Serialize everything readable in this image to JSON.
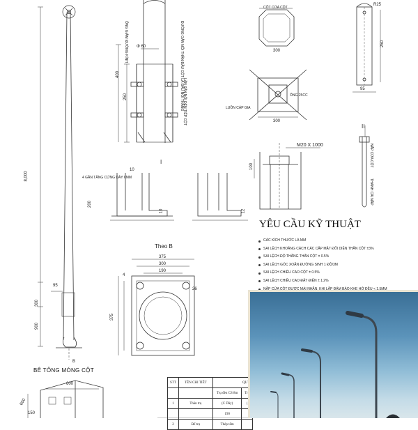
{
  "requirements": {
    "title": "YÊU CẦU KỸ THUẬT",
    "items": [
      "CÁC KÍCH THƯỚC LÀ MM",
      "SAI LỆCH KHOẢNG CÁCH CÁC CẶP MẶT ĐỐI DIỆN THÂN CỘT ±3%",
      "SAI LỆCH ĐỘ THẲNG THÂN CỘT ± 0.5%",
      "SAI LỆCH GÓC XOẮN ĐƯỜNG SINH 1 ĐỘ/3M",
      "SAI LỆCH CHIỀU CAO CỘT ± 0.5%",
      "SAI LỆCH CHIỀU CAO ĐẶT ĐIỆN ± 1.2%",
      "NẮP CỬA CỘT ĐƯỢC MÀI NHẴN, KHI LẮP ĐẢM BẢO KHE HỞ ĐỀU < 1.5MM"
    ]
  },
  "labels": {
    "foundation_title": "BÊ TÔNG MÓNG CỘT",
    "theo_b": "Theo B",
    "section_i": "I",
    "section_ii": "II",
    "m20": "M20 X 1000",
    "cot_cua_cot": "CỐT CỬA CỘT",
    "lc_cap_gia": "LUỒN CÁP GIA",
    "ong_25": "ỐNG 25CC",
    "tang_cung": "4 GÂN TĂNG CỨNG DÀY 6MM",
    "vertical_note_1": "ỐNG GIẢM ĐƯỜNG KÍNH",
    "vertical_note_2": "ĐƯỜNG GÂN NỐI THÂN ĐẦU CỘT LÀ ĐẦU NỐI THẲNG",
    "vertical_note_3": "LÂN SÂN NỐI ĐỂN TIẾP CỘT",
    "vertical_note_4": "NẮP CỬA CỘT",
    "vertical_note_5": "THANH CÀI NẮP",
    "bolt_label": "II",
    "b_label": "B"
  },
  "dims": {
    "d8000": "8,000",
    "d400": "400",
    "d250": "250",
    "d60": "Φ 60",
    "d300a": "300",
    "d200": "200",
    "d10a": "10",
    "d10b": "10",
    "d12": "12",
    "d100": "100",
    "d95a": "95",
    "d300b": "300",
    "d900": "900",
    "d250b": "250",
    "d95b": "95",
    "r25": "R25",
    "d375a": "375",
    "d300c": "300",
    "d190": "190",
    "d4": "4",
    "d26": "26",
    "d375b": "375",
    "d300d": "300",
    "d600a": "600",
    "d600b": "600",
    "d150": "150"
  },
  "parts_table": {
    "headers": [
      "STT",
      "TÊN CHI TIẾT",
      "QUY"
    ],
    "rows": [
      [
        "",
        "",
        "Trụ đèn CS 8m",
        "Trụ"
      ],
      [
        "1",
        "Thân trụ",
        "(C Dầy)",
        "("
      ],
      [
        "",
        "",
        "190",
        ""
      ],
      [
        "2",
        "Đế trụ",
        "Thép tấm",
        ""
      ]
    ]
  },
  "photo": {
    "description_icon": "street-light-photo"
  }
}
